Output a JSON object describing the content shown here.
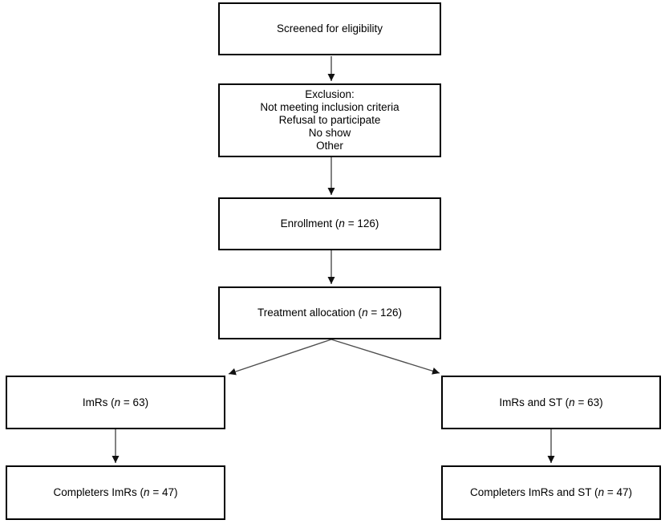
{
  "colors": {
    "background": "#ffffff",
    "box_border": "#000000",
    "arrow": "#4d4d4d",
    "arrowhead": "#111111",
    "text": "#000000"
  },
  "boxes": {
    "screened": {
      "label": "Screened for eligibility"
    },
    "exclusion": {
      "lines": [
        "Exclusion:",
        "Not meeting inclusion criteria",
        "Refusal to participate",
        "No show",
        "Other"
      ]
    },
    "enrollment": {
      "pre": "Enrollment (",
      "n": "n",
      "post": " = 126)"
    },
    "allocation": {
      "pre": "Treatment allocation (",
      "n": "n",
      "post": " = 126)"
    },
    "imrs": {
      "pre": "ImRs (",
      "n": "n",
      "post": " = 63)"
    },
    "imrs_st": {
      "pre": "ImRs and ST (",
      "n": "n",
      "post": " = 63)"
    },
    "completers_imrs": {
      "pre": "Completers ImRs (",
      "n": "n",
      "post": " = 47)"
    },
    "completers_imrs_st": {
      "pre": "Completers ImRs and ST (",
      "n": "n",
      "post": " = 47)"
    }
  }
}
